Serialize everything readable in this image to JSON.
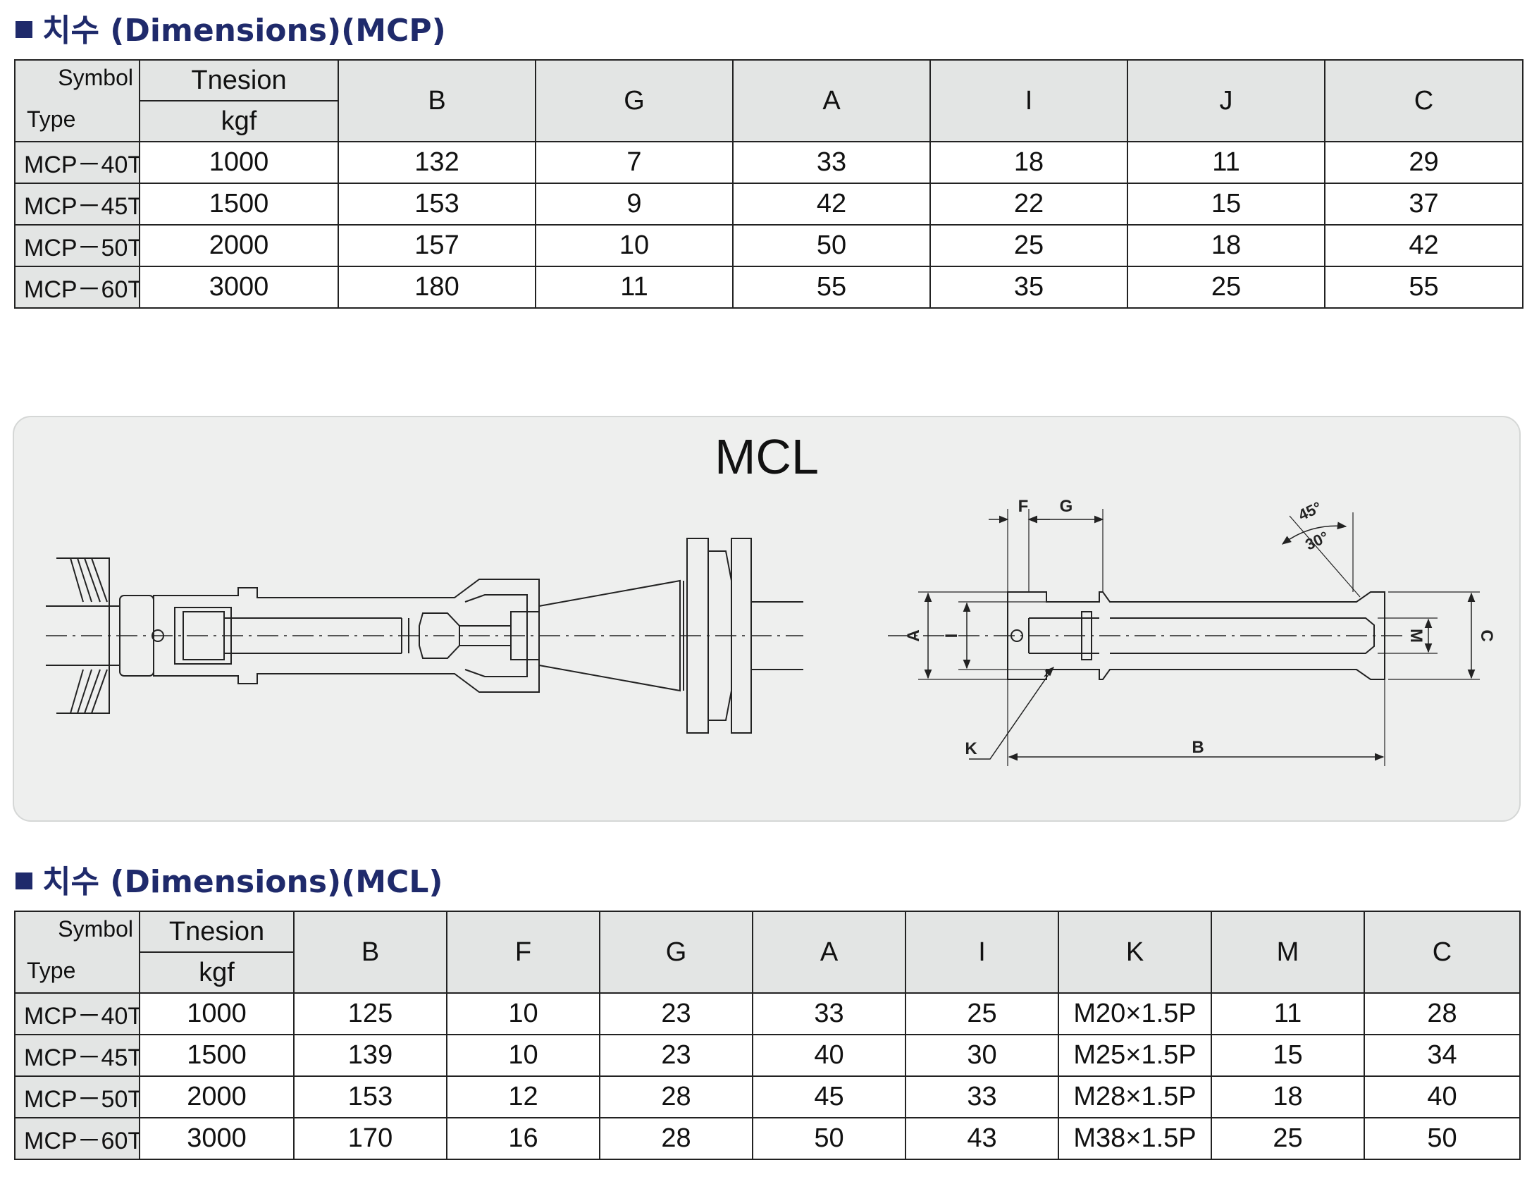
{
  "mcp": {
    "title": "치수 (Dimensions)(MCP)",
    "corner_symbol": "Symbol",
    "corner_type": "Type",
    "tension_label": "Tnesion",
    "tension_unit": "kgf",
    "columns": [
      "B",
      "G",
      "A",
      "I",
      "J",
      "C"
    ],
    "rows": [
      {
        "type": "MCP－40T",
        "tension": "1000",
        "values": [
          "132",
          "7",
          "33",
          "18",
          "11",
          "29"
        ]
      },
      {
        "type": "MCP－45T",
        "tension": "1500",
        "values": [
          "153",
          "9",
          "42",
          "22",
          "15",
          "37"
        ]
      },
      {
        "type": "MCP－50T",
        "tension": "2000",
        "values": [
          "157",
          "10",
          "50",
          "25",
          "18",
          "42"
        ]
      },
      {
        "type": "MCP－60T",
        "tension": "3000",
        "values": [
          "180",
          "11",
          "55",
          "35",
          "25",
          "55"
        ]
      }
    ]
  },
  "diagram": {
    "title": "MCL",
    "labels": {
      "f": "F",
      "g": "G",
      "a": "A",
      "i": "I",
      "k": "K",
      "b": "B",
      "m": "M",
      "c": "C",
      "angle45": "45°",
      "angle30": "30°"
    }
  },
  "mcl": {
    "title": "치수 (Dimensions)(MCL)",
    "corner_symbol": "Symbol",
    "corner_type": "Type",
    "tension_label": "Tnesion",
    "tension_unit": "kgf",
    "columns": [
      "B",
      "F",
      "G",
      "A",
      "I",
      "K",
      "M",
      "C"
    ],
    "rows": [
      {
        "type": "MCP－40T",
        "tension": "1000",
        "values": [
          "125",
          "10",
          "23",
          "33",
          "25",
          "M20×1.5P",
          "11",
          "28"
        ]
      },
      {
        "type": "MCP－45T",
        "tension": "1500",
        "values": [
          "139",
          "10",
          "23",
          "40",
          "30",
          "M25×1.5P",
          "15",
          "34"
        ]
      },
      {
        "type": "MCP－50T",
        "tension": "2000",
        "values": [
          "153",
          "12",
          "28",
          "45",
          "33",
          "M28×1.5P",
          "18",
          "40"
        ]
      },
      {
        "type": "MCP－60T",
        "tension": "3000",
        "values": [
          "170",
          "16",
          "28",
          "50",
          "43",
          "M38×1.5P",
          "25",
          "50"
        ]
      }
    ]
  }
}
